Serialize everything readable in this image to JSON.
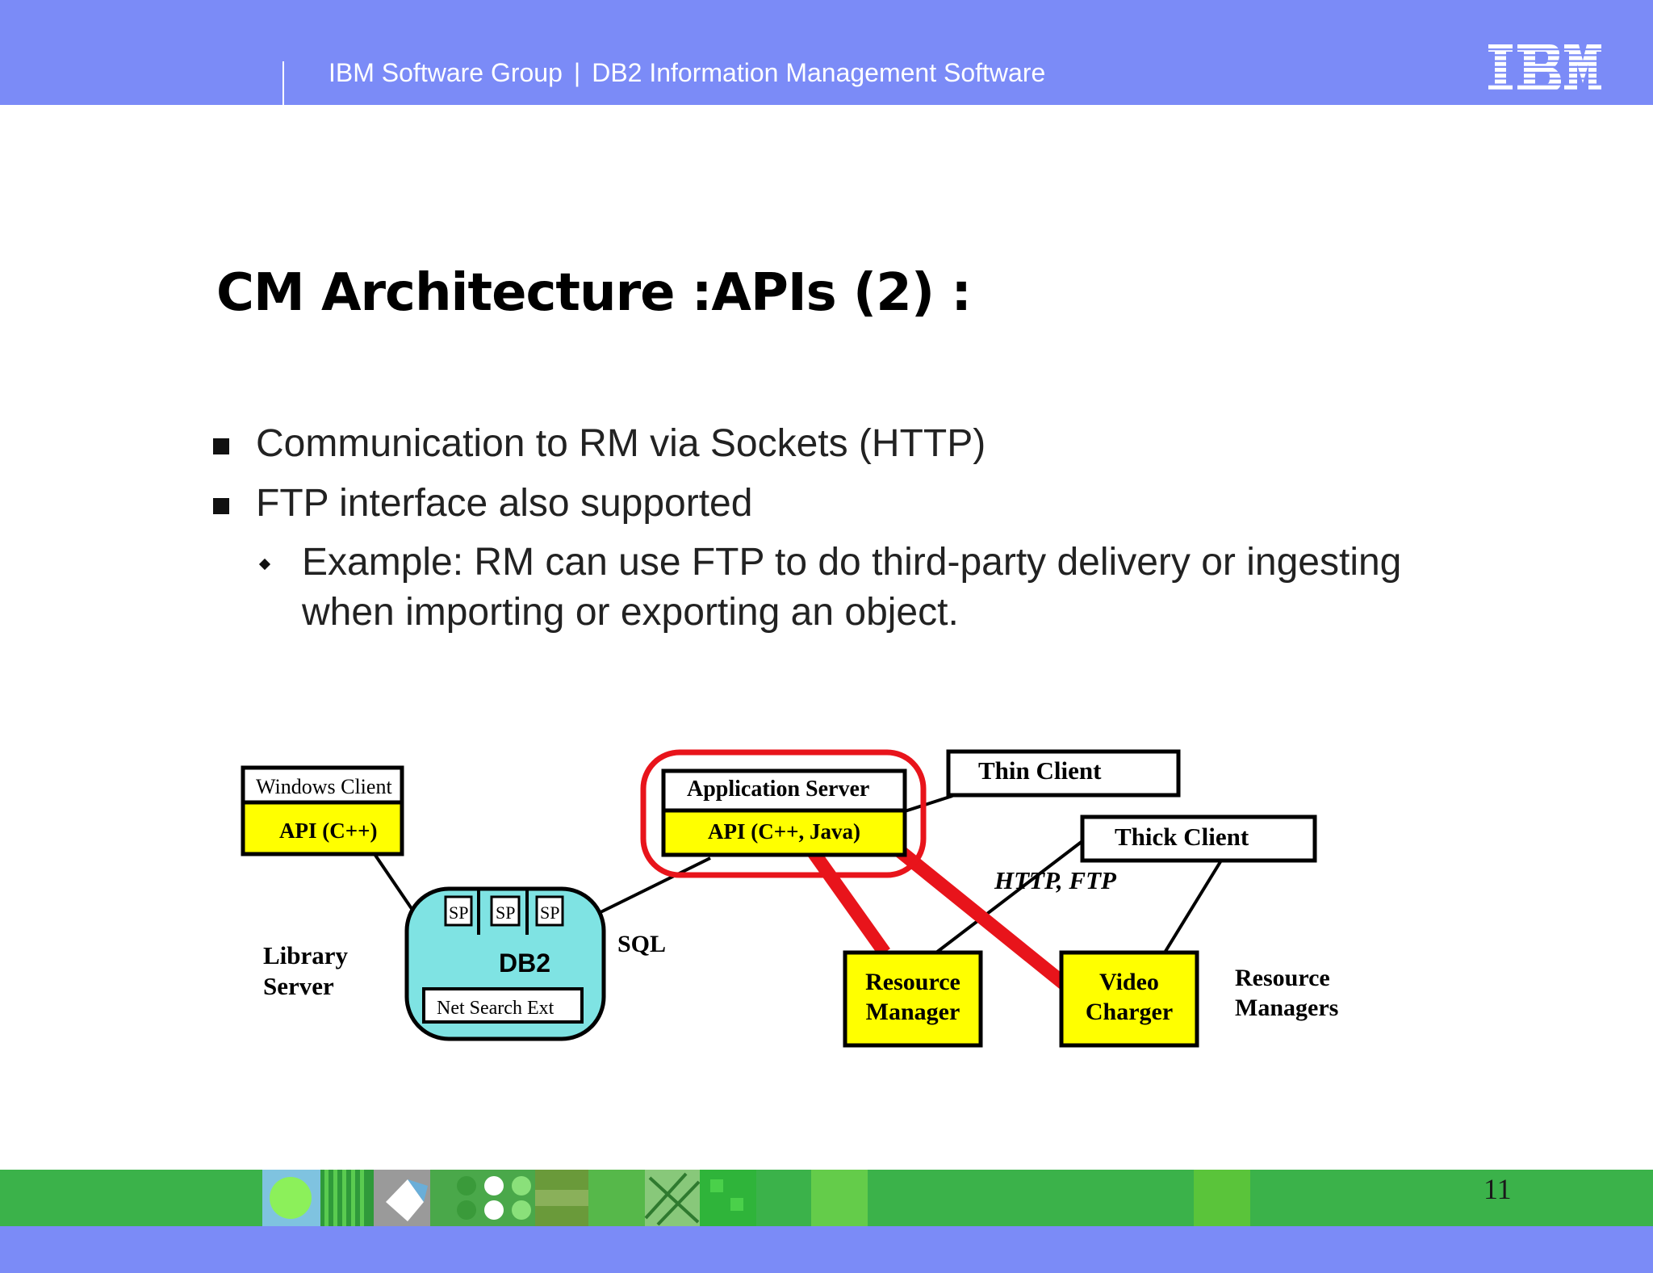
{
  "header": {
    "group": "IBM Software Group",
    "separator": "|",
    "division": "DB2 Information Management Software",
    "logo_text": "IBM",
    "background": "#7b8bf7"
  },
  "slide": {
    "title": "CM Architecture :APIs (2) :",
    "bullets": [
      "Communication to RM via Sockets (HTTP)",
      "FTP interface also supported"
    ],
    "sub_bullet_lines": [
      "Example: RM can use FTP to do third-party delivery or ingesting",
      "when importing or exporting an object."
    ]
  },
  "diagram": {
    "windows_client": "Windows Client",
    "windows_api": "API (C++)",
    "app_server": "Application Server",
    "app_api": "API (C++, Java)",
    "thin_client": "Thin Client",
    "thick_client": "Thick Client",
    "protocols": "HTTP, FTP",
    "sp_labels": [
      "SP",
      "SP",
      "SP"
    ],
    "db2": "DB2",
    "net_search": "Net Search Ext",
    "sql": "SQL",
    "library_server": [
      "Library",
      "Server"
    ],
    "resource_manager": [
      "Resource",
      "Manager"
    ],
    "video_charger": [
      "Video",
      "Charger"
    ],
    "resource_managers": [
      "Resource",
      "Managers"
    ],
    "colors": {
      "yellow": "#ffff00",
      "cyan": "#7fe3e3",
      "highlight": "#e8141b"
    }
  },
  "footer": {
    "page_number": "11",
    "green": "#3bb24a",
    "blue": "#7b8bf7"
  }
}
